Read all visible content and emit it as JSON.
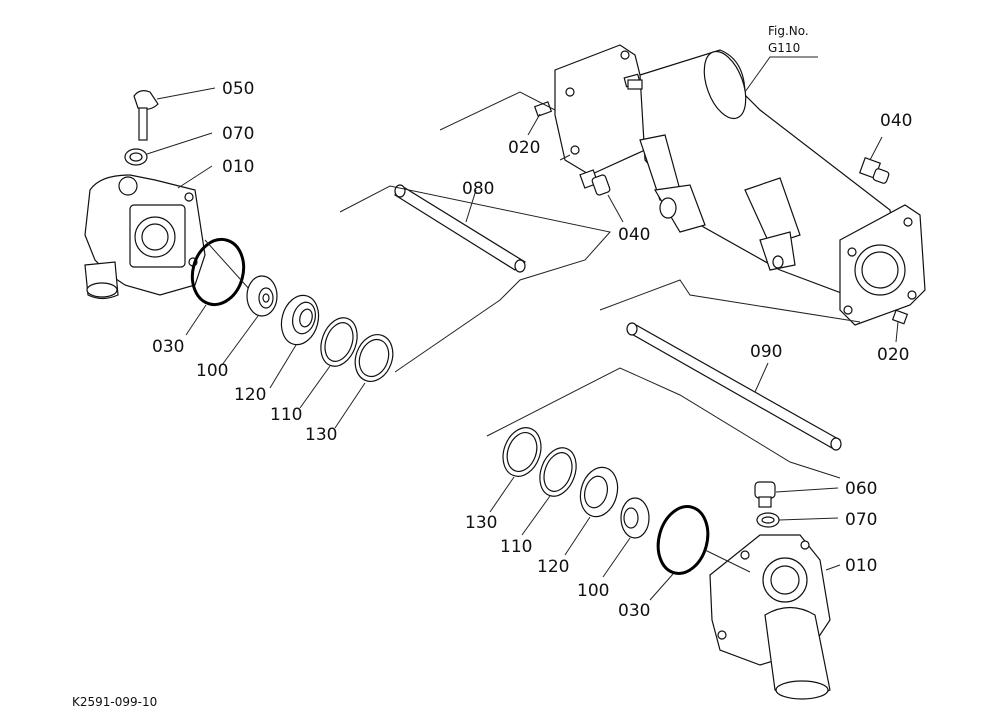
{
  "figure": {
    "label": "Fig.No.",
    "number": "G110"
  },
  "footer": {
    "code": "K2591-099-10"
  },
  "callouts": {
    "p050": "050",
    "p070_top": "070",
    "p010_left": "010",
    "p030_left": "030",
    "p100_left": "100",
    "p120_left": "120",
    "p110_left": "110",
    "p130_left": "130",
    "p080": "080",
    "p020_top": "020",
    "p040_mid": "040",
    "p040_right": "040",
    "p020_right": "020",
    "p090": "090",
    "p060": "060",
    "p070_bottom": "070",
    "p010_right": "010",
    "p130_right": "130",
    "p110_right": "110",
    "p120_right": "120",
    "p100_right": "100",
    "p030_right": "030"
  }
}
